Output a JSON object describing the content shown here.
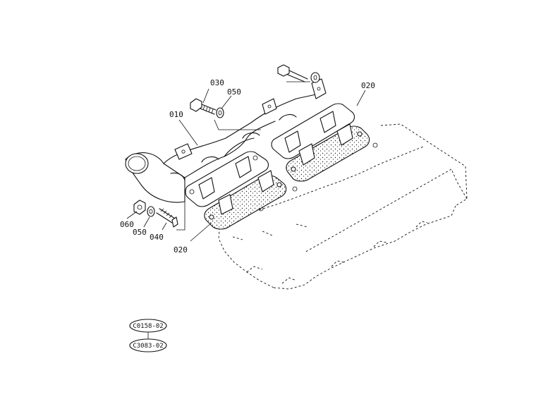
{
  "diagram": {
    "callouts": {
      "part_010": "010",
      "part_020_upper": "020",
      "part_020_lower": "020",
      "part_030": "030",
      "part_040": "040",
      "part_050_upper": "050",
      "part_050_lower": "050",
      "part_060": "060"
    },
    "reference_codes": [
      "C0158-02",
      "C3083-02"
    ]
  }
}
